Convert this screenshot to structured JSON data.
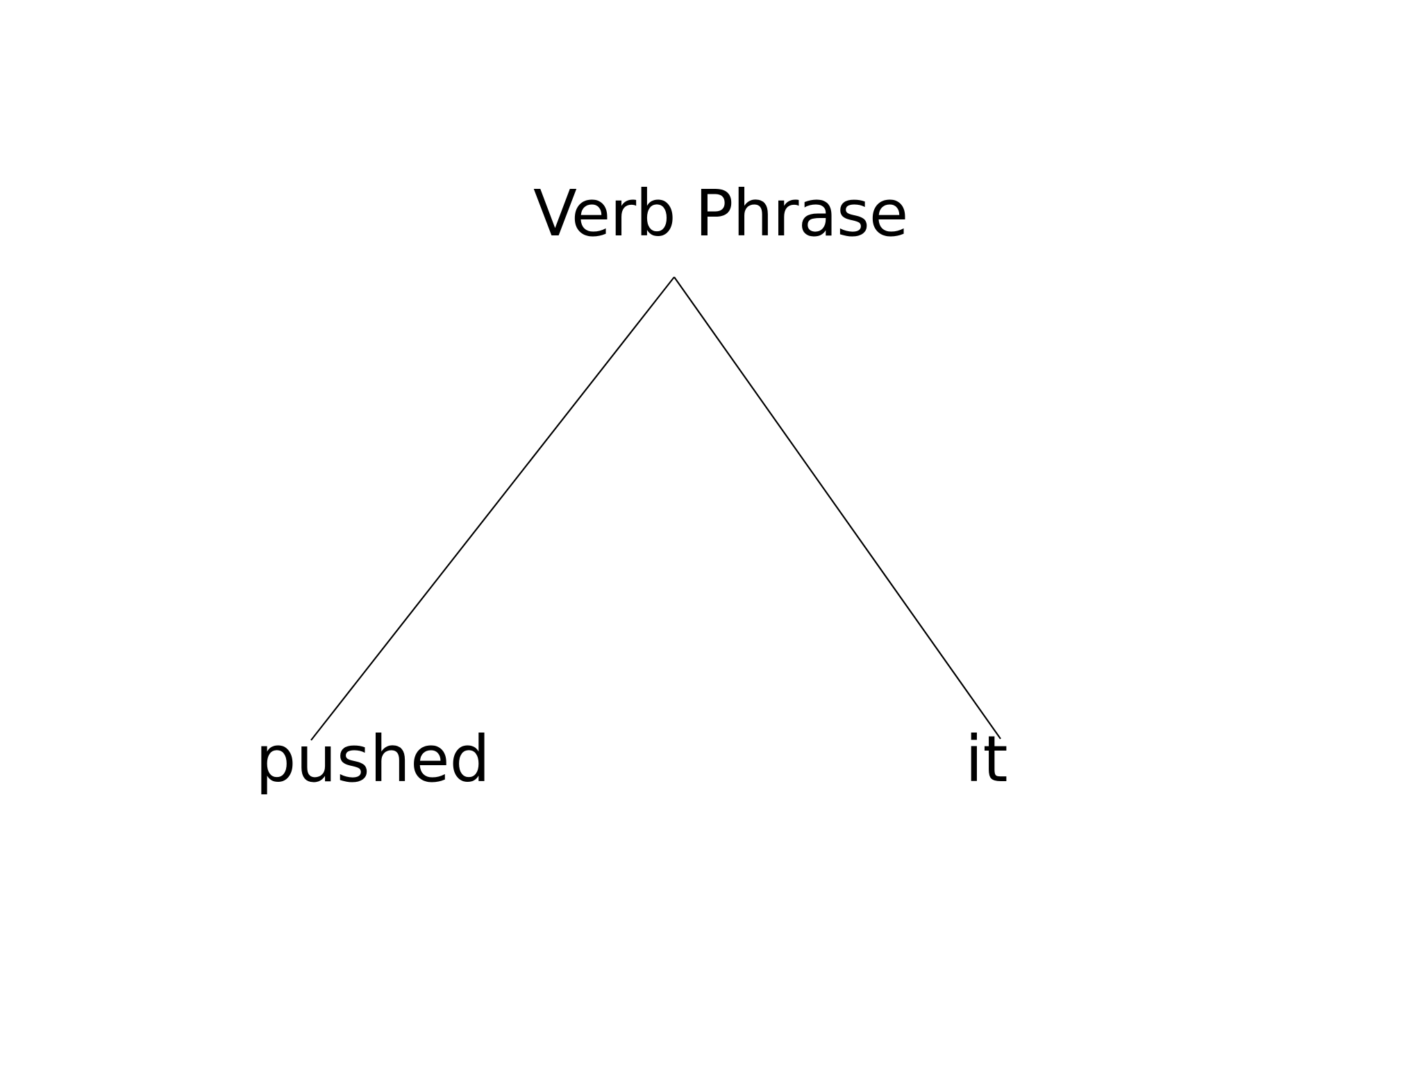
{
  "tree": {
    "root": {
      "label": "Verb Phrase"
    },
    "children": [
      {
        "label": "pushed"
      },
      {
        "label": "it"
      }
    ]
  },
  "colors": {
    "line": "#000000",
    "text": "#000000",
    "background": "#ffffff"
  }
}
